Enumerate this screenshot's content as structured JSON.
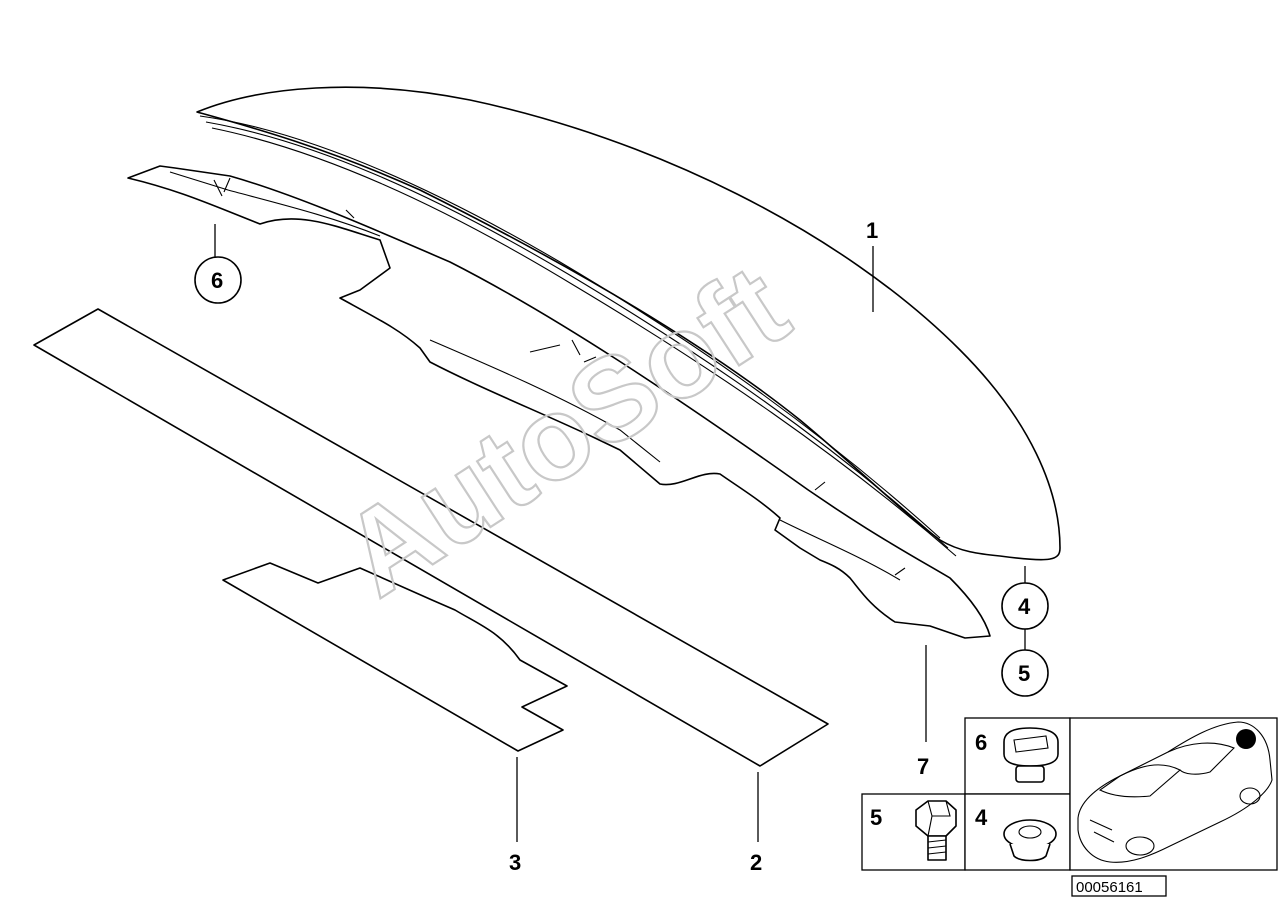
{
  "watermark": {
    "text": "AutoSoft"
  },
  "callouts": {
    "c1": "1",
    "c2": "2",
    "c3": "3",
    "c4": "4",
    "c5": "5",
    "c6": "6",
    "c7": "7"
  },
  "inset": {
    "cell_6": "6",
    "cell_5": "5",
    "cell_4": "4"
  },
  "diagram_id": "00056161",
  "icons": [
    "rear-spoiler",
    "spoiler-underside-trim",
    "adhesive-strip",
    "adhesive-pad",
    "hex-bolt",
    "rubber-grommet",
    "clip-nut",
    "car-silhouette"
  ]
}
